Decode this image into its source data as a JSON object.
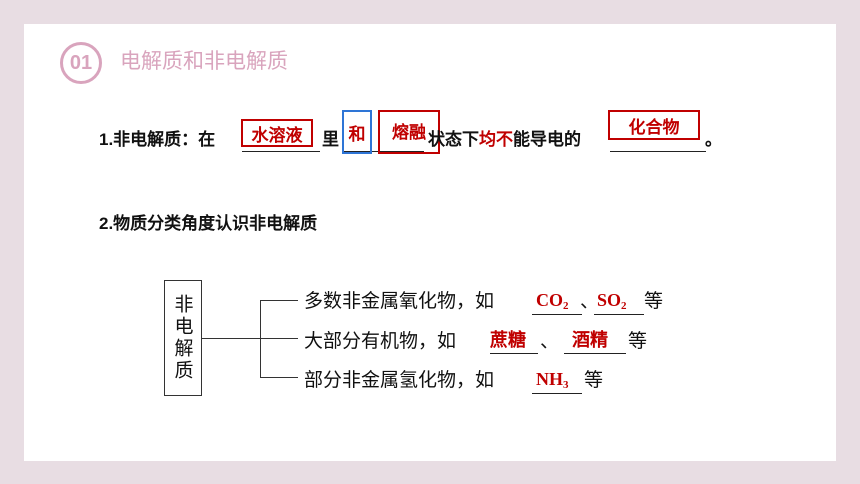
{
  "header": {
    "number": "01",
    "title": "电解质和非电解质"
  },
  "definition": {
    "prefix": "1.非电解质：在",
    "mid1": "里",
    "mid2": "状态下",
    "emph": "均不",
    "mid3": "能导电的",
    "suffix": "。",
    "answers": [
      "水溶液",
      "和",
      "熔融",
      "化合物"
    ]
  },
  "section2": {
    "title": "2.物质分类角度认识非电解质"
  },
  "tree": {
    "root": "非电解质",
    "rows": [
      {
        "text": "多数非金属氧化物，如",
        "sep": "、",
        "end": "等"
      },
      {
        "text": "大部分有机物，如",
        "sep": "、",
        "end": "等"
      },
      {
        "text": "部分非金属氢化物，如",
        "end": "等"
      }
    ],
    "answers": {
      "co2": "CO",
      "co2_sub": "2",
      "so2": "SO",
      "so2_sub": "2",
      "sucrose": "蔗糖",
      "alcohol": "酒精",
      "nh3": "NH",
      "nh3_sub": "3"
    }
  }
}
